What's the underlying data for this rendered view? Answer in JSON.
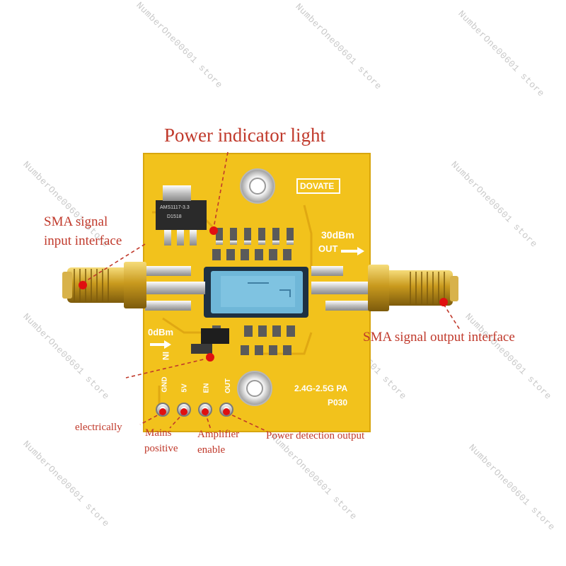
{
  "watermark": "NumberOne00601 store",
  "labels": {
    "power_indicator": "Power indicator light",
    "sma_input_line1": "SMA signal",
    "sma_input_line2": "input interface",
    "sma_output": "SMA signal output interface",
    "electrically": "electrically",
    "mains_line1": "Mains",
    "mains_line2": "positive",
    "amp_line1": "Amplifier",
    "amp_line2": "enable",
    "power_detect": "Power detection output"
  },
  "board_text": {
    "logo": "DOVATE",
    "out_power": "30dBm",
    "out_label": "OUT",
    "in_power": "0dBm",
    "in_label": "IN",
    "freq": "2.4G-2.5G PA",
    "model": "P030",
    "pin_gnd": "GND",
    "pin_5v": "5V",
    "pin_en": "EN",
    "pin_out": "OUT",
    "regulator_line1": "AMS1117-3.3",
    "regulator_line2": "D1518"
  },
  "colors": {
    "pcb": "#f2c21c",
    "label_red": "#c0392b",
    "marker_red": "#e01010",
    "gold": "#c99a1e",
    "shield": "#6fb7d8"
  }
}
